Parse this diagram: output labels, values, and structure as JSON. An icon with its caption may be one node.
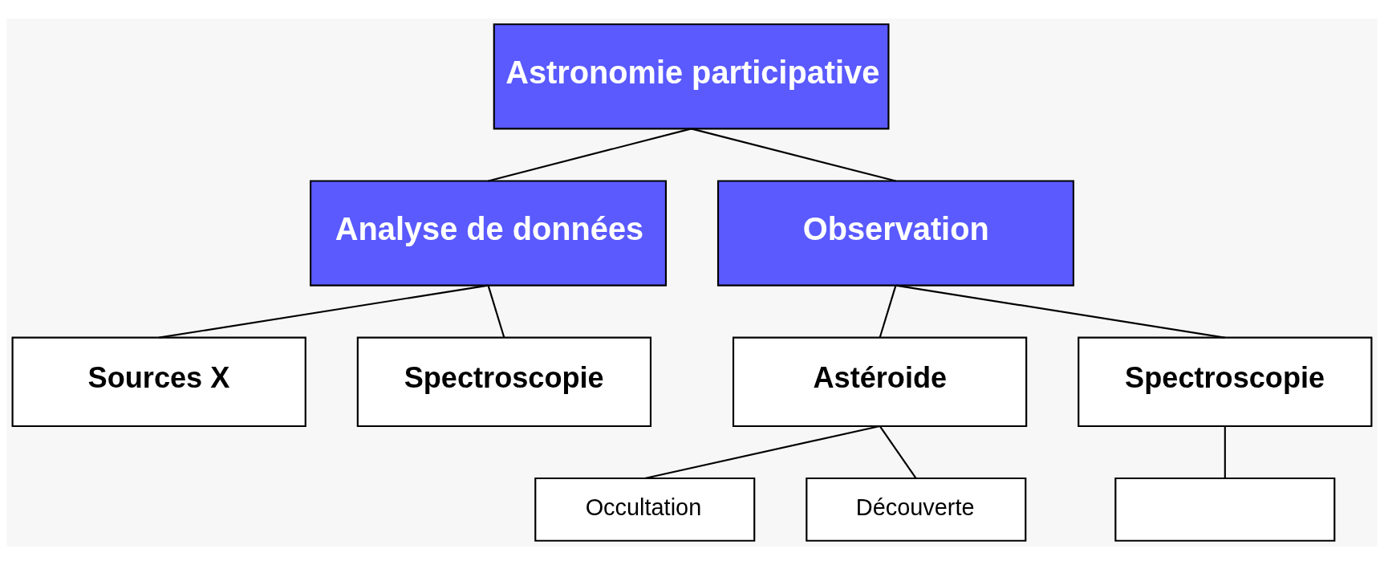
{
  "diagram": {
    "nodes": [
      {
        "text": [
          "Astronomie participative"
        ]
      },
      {
        "text": [
          "Analyse de données"
        ]
      },
      {
        "text": [
          "Observation"
        ]
      },
      {
        "text": [
          "Sources X"
        ]
      },
      {
        "text": [
          "Spectroscopie"
        ]
      },
      {
        "text": [
          "Astéroide"
        ]
      },
      {
        "text": [
          "Spectroscopie"
        ]
      },
      {
        "text": [
          "Occultation"
        ]
      },
      {
        "text": [
          "Découverte"
        ]
      },
      {
        "text": [],
        "shape": "box"
      }
    ],
    "edges": [
      {
        "from": 0,
        "to": 1,
        "arrow": "none"
      },
      {
        "from": 0,
        "to": 2,
        "arrow": "none"
      },
      {
        "from": 1,
        "to": 3,
        "arrow": "none"
      },
      {
        "from": 1,
        "to": 4,
        "arrow": "none"
      },
      {
        "from": 2,
        "to": 5,
        "arrow": "none"
      },
      {
        "from": 2,
        "to": 6,
        "arrow": "none"
      },
      {
        "from": 5,
        "to": 7,
        "arrow": "none"
      },
      {
        "from": 5,
        "to": 8,
        "arrow": "none"
      },
      {
        "from": 6,
        "to": 9,
        "arrow": "none"
      }
    ]
  }
}
